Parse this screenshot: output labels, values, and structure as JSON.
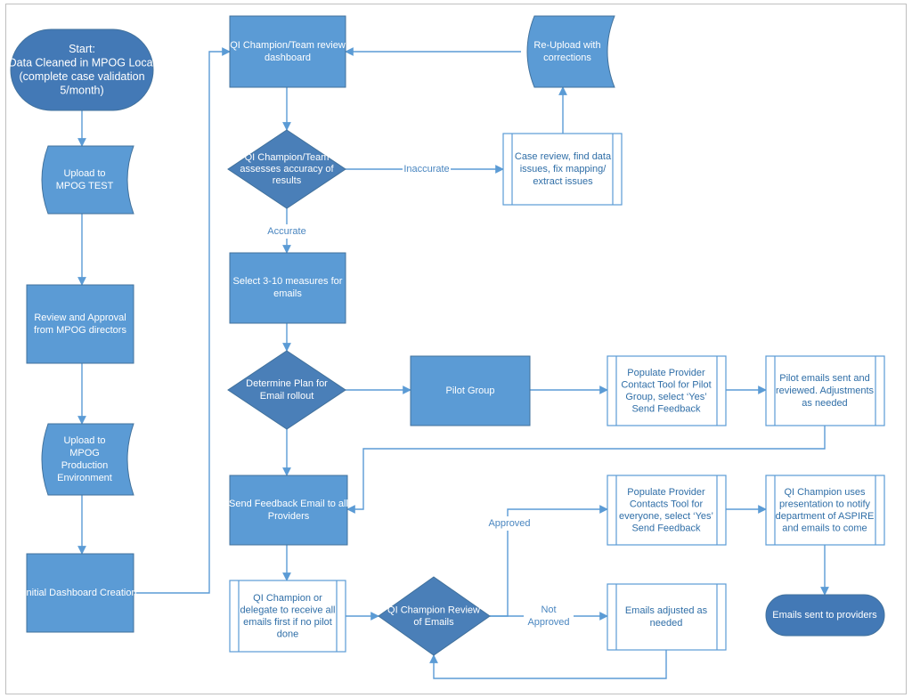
{
  "nodes": {
    "start": [
      "Start:",
      "Data Cleaned in MPOG Local",
      "(complete case validation",
      "5/month)"
    ],
    "upload_test": [
      "Upload to",
      "MPOG TEST"
    ],
    "review_approval": [
      "Review and Approval",
      "from MPOG directors"
    ],
    "upload_production": [
      "Upload to",
      "MPOG",
      "Production",
      "Environment"
    ],
    "initial_dashboard": [
      "Initial Dashboard Creation"
    ],
    "qi_review_dashboard": [
      "QI Champion/Team review",
      "dashboard"
    ],
    "assess_accuracy": [
      "QI Champion/Team",
      "assesses accuracy of",
      "results"
    ],
    "case_review": [
      "Case review, find data",
      "issues, fix mapping/",
      "extract issues"
    ],
    "reupload": [
      "Re-Upload with",
      "corrections"
    ],
    "select_measures": [
      "Select 3-10 measures for",
      "emails"
    ],
    "determine_plan": [
      "Determine Plan for",
      "Email rollout"
    ],
    "pilot_group": [
      "Pilot Group"
    ],
    "populate_pilot": [
      "Populate Provider",
      "Contact Tool for Pilot",
      "Group, select ‘Yes’",
      "Send Feedback"
    ],
    "pilot_sent": [
      "Pilot emails sent and",
      "reviewed. Adjustments",
      "as needed"
    ],
    "send_feedback": [
      "Send Feedback Email to all",
      "Providers"
    ],
    "populate_everyone": [
      "Populate Provider",
      "Contacts Tool for",
      "everyone, select ‘Yes’",
      "Send Feedback"
    ],
    "qi_presentation": [
      "QI Champion uses",
      "presentation to notify",
      "department of ASPIRE",
      "and emails to come"
    ],
    "delegate_receive": [
      "QI Champion or",
      "delegate to receive all",
      "emails first if no pilot",
      "done"
    ],
    "qi_review_emails": [
      "QI Champion Review",
      "of Emails"
    ],
    "emails_adjusted": [
      "Emails adjusted as",
      "needed"
    ],
    "emails_sent": [
      "Emails sent to providers"
    ]
  },
  "edge_labels": {
    "inaccurate": [
      "Inaccurate"
    ],
    "accurate": [
      "Accurate"
    ],
    "approved": [
      "Approved"
    ],
    "not_approved": [
      "Not",
      "Approved"
    ]
  },
  "colors": {
    "process_fill": "#5b9bd5",
    "process_stroke": "#41719c",
    "terminal_fill": "#4379b6",
    "decision_fill": "#4a7fb8",
    "subprocess_fill": "#ffffff",
    "edge": "#5b9bd5",
    "light_text": "#2f6ea7"
  }
}
